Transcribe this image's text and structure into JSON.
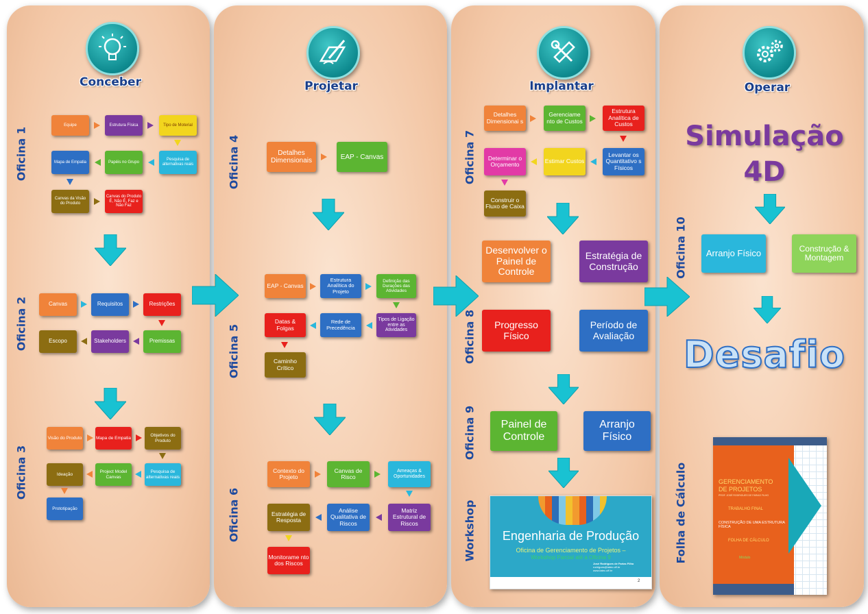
{
  "phases": {
    "conceber": "Conceber",
    "projetar": "Projetar",
    "implantar": "Implantar",
    "operar": "Operar"
  },
  "oficinas": {
    "o1": "Oficina 1",
    "o2": "Oficina 2",
    "o3": "Oficina 3",
    "o4": "Oficina 4",
    "o5": "Oficina 5",
    "o6": "Oficina 6",
    "o7": "Oficina 7",
    "o8": "Oficina 8",
    "o9": "Oficina 9",
    "o10": "Oficina 10",
    "workshop": "Workshop",
    "folha": "Folha de Cálculo"
  },
  "o1": {
    "equipe": "Equipe",
    "estrutura": "Estrutura Física",
    "tipo": "Tipo de Moterial",
    "pesquisa": "Pesquisa de alternativas reais",
    "papeis": "Papéis no Grupo",
    "mapa": "Mapa de Empatia",
    "canvas_visao": "Canvas da Visão do Produto",
    "canvas_produto": "Canvas do Produto É, Não É, Faz e Não Faz"
  },
  "o2": {
    "canvas": "Canvas",
    "requisitos": "Requisitos",
    "restricoes": "Restrições",
    "premissas": "Premissas",
    "stakeholders": "Stakeholders",
    "escopo": "Escopo"
  },
  "o3": {
    "visao": "Visão do Produto",
    "mapa": "Mapa de Empatia",
    "objetivos": "Objetivos do Produto",
    "pesquisa": "Pesquisa de alternativas reais",
    "project_model": "Project Model Canvas",
    "ideacao": "Ideação",
    "prototipacao": "Prototipação"
  },
  "o4": {
    "detalhes": "Detalhes Dimensionais",
    "eap": "EAP - Canvas"
  },
  "o5": {
    "eap": "EAP - Canvas",
    "estrutura": "Estrutura Analítica do Projeto",
    "definicao": "Definição das Durações das Atividades",
    "tipos": "Tipos de Ligação entre as Atividades",
    "rede": "Rede de Precedência",
    "datas": "Datas & Folgas",
    "caminho": "Caminho Crítico"
  },
  "o6": {
    "contexto": "Contexto do Projeto",
    "canvas": "Canvas de Risco",
    "ameacas": "Ameaças & Oportunidades",
    "matriz": "Matriz Estrutural de Riscos",
    "analise": "Análise Qualitativa de Riscos",
    "estrategia": "Estratégia de Resposta",
    "monitoramento": "Monitorame nto dos Riscos"
  },
  "o7": {
    "detalhes": "Detalhes Dimensionai s",
    "gerenciamento": "Gerenciame nto de Custos",
    "estrutura": "Estrutura Analítica de Custos",
    "levantar": "Levantar os Quantitativo s Físicos",
    "estimar": "Estimar Custos",
    "determinar": "Determinar o Orçamento",
    "construir": "Construir o Fluxo de Caixa"
  },
  "o8": {
    "desenvolver": "Desenvolver o Painel de Controle",
    "estrategia": "Estratégia de Construção",
    "periodo": "Período de Avaliação",
    "progresso": "Progresso Físico"
  },
  "o9": {
    "painel": "Painel de Controle",
    "arranjo": "Arranjo Físico"
  },
  "workshop_slide": {
    "title": "Engenharia de Produção",
    "subtitle": "Oficina de Gerenciamento de Projetos –",
    "subtitle2": "Workshop Parcial até a Oficina 9",
    "author": "José Rodrigues de Farias Filho",
    "email": "rodrigues@latec.uff.br",
    "site": "www.latec.uff.br",
    "page": "2"
  },
  "o10": {
    "sim_title": "Simulação",
    "sim_sub": "4D",
    "arranjo": "Arranjo Físico",
    "construcao": "Construção & Montagem",
    "desafio": "Desafio"
  },
  "folha_doc": {
    "line1": "GERENCIAMENTO",
    "line2": "DE PROJETOS",
    "prof": "PROF. JOSÉ RODRIGUES DE FARIAS FILHO",
    "trabalho": "TRABALHO FINAL",
    "construcao": "CONSTRUÇÃO DE UMA ESTRUTURA FÍSICA",
    "folha": "FOLHA DE CÁLCULO",
    "modelo": "Módulo"
  },
  "colors": {
    "orange": "#f0833a",
    "purple": "#7a3a9e",
    "yellow": "#f2d51e",
    "blue": "#2e6fc4",
    "green": "#5cb532",
    "red": "#e8211d",
    "olive": "#8c6d12",
    "cyan": "#2ab7dc",
    "teal": "#19c2d2",
    "pink": "#e23aa6",
    "navy": "#1b3f8a"
  }
}
